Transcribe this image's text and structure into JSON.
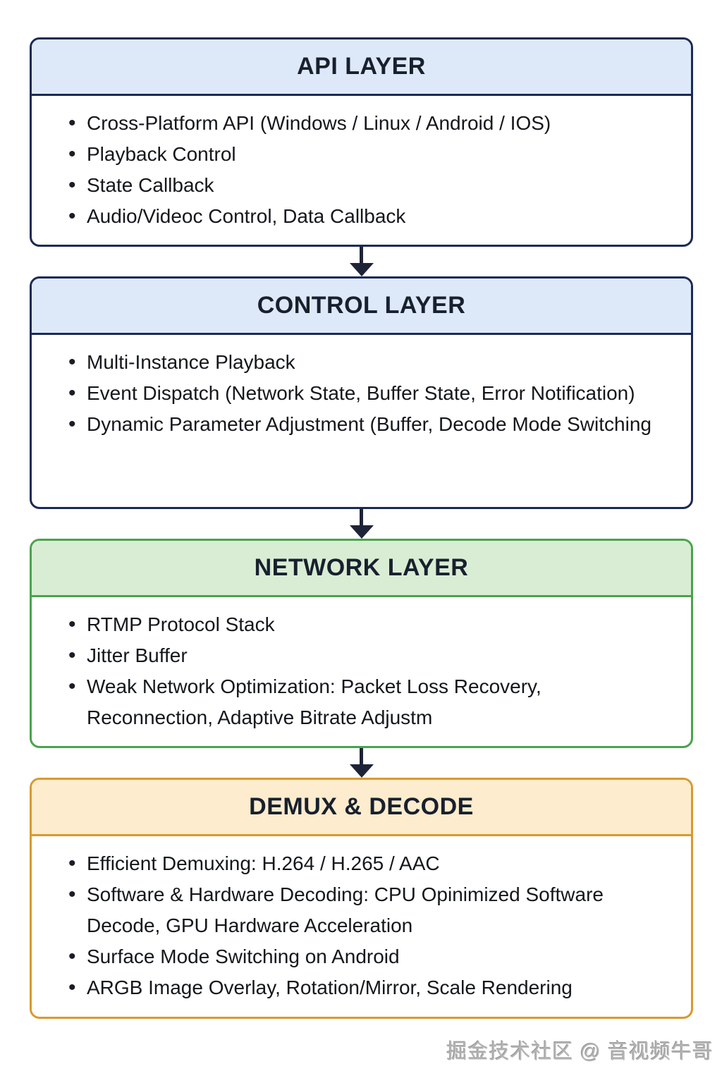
{
  "page": {
    "background": "#ffffff",
    "watermark": "掘金技术社区 @ 音视频牛哥"
  },
  "diagram": {
    "arrow_color": "#1e2438",
    "layers": [
      {
        "id": "api-layer",
        "title": "API LAYER",
        "header_bg": "#dde9f9",
        "border_color": "#1b2a55",
        "items": [
          "Cross-Platform API (Windows / Linux / Android / IOS)",
          "Playback Control",
          "State Callback",
          "Audio/Videoc Control, Data Callback"
        ]
      },
      {
        "id": "control-layer",
        "title": "CONTROL LAYER",
        "header_bg": "#dde9f9",
        "border_color": "#1b2a55",
        "items": [
          "Multi-Instance Playback",
          "Event Dispatch (Network State, Buffer State, Error Notification)",
          "Dynamic Parameter Adjustment (Buffer, Decode Mode Switching"
        ]
      },
      {
        "id": "network-layer",
        "title": "NETWORK LAYER",
        "header_bg": "#d9edd4",
        "border_color": "#4aa34c",
        "items": [
          "RTMP Protocol Stack",
          "Jitter Buffer",
          "Weak Network Optimization: Packet Loss Recovery, Reconnection, Adaptive Bitrate Adjustm"
        ]
      },
      {
        "id": "demux-decode",
        "title": "DEMUX & DECODE",
        "header_bg": "#fdeccd",
        "border_color": "#d9992f",
        "items": [
          "Efficient Demuxing: H.264 / H.265 / AAC",
          "Software & Hardware Decoding: CPU Opinimized Software Decode, GPU Hardware Acceleration",
          "Surface Mode Switching on Android",
          "ARGB Image Overlay, Rotation/Mirror, Scale Rendering"
        ]
      }
    ]
  }
}
